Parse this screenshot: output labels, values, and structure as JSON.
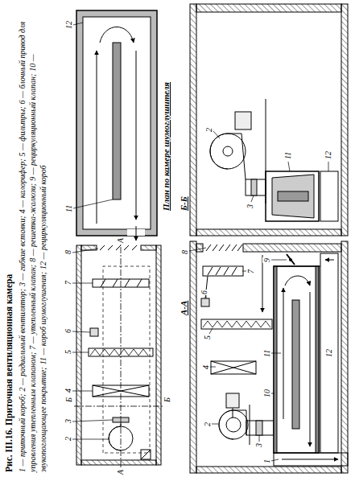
{
  "diagram": {
    "caption": "Рис. III.16. Приточная вентиляционная камера",
    "labels": [
      "1 — приточный короб;",
      "2 — радиальный вентилятор;",
      "3 — гибкие вставки;",
      "4 — калорифер;",
      "5 — фильтры;",
      "6 — блочный привод для управления утепленным клапаном;",
      "7 — утепленный клапан;",
      "8 — решетка-жалюзи;",
      "9 — рециркуляционный клапан;",
      "10 — звукопоглощающее покрытие;",
      "11 — короб шумоглушения;",
      "12 — рециркуляционный короб",
      "А-А",
      "Б-Б",
      "План по камере шумоглушителя",
      "1",
      "2",
      "3",
      "4",
      "5",
      "6",
      "7",
      "8",
      "9",
      "10",
      "11",
      "12",
      "2",
      "3",
      "11",
      "12",
      "11",
      "12",
      "2",
      "3",
      "4",
      "5",
      "6",
      "7",
      "8",
      "А",
      "А",
      "Б",
      "Б"
    ]
  }
}
